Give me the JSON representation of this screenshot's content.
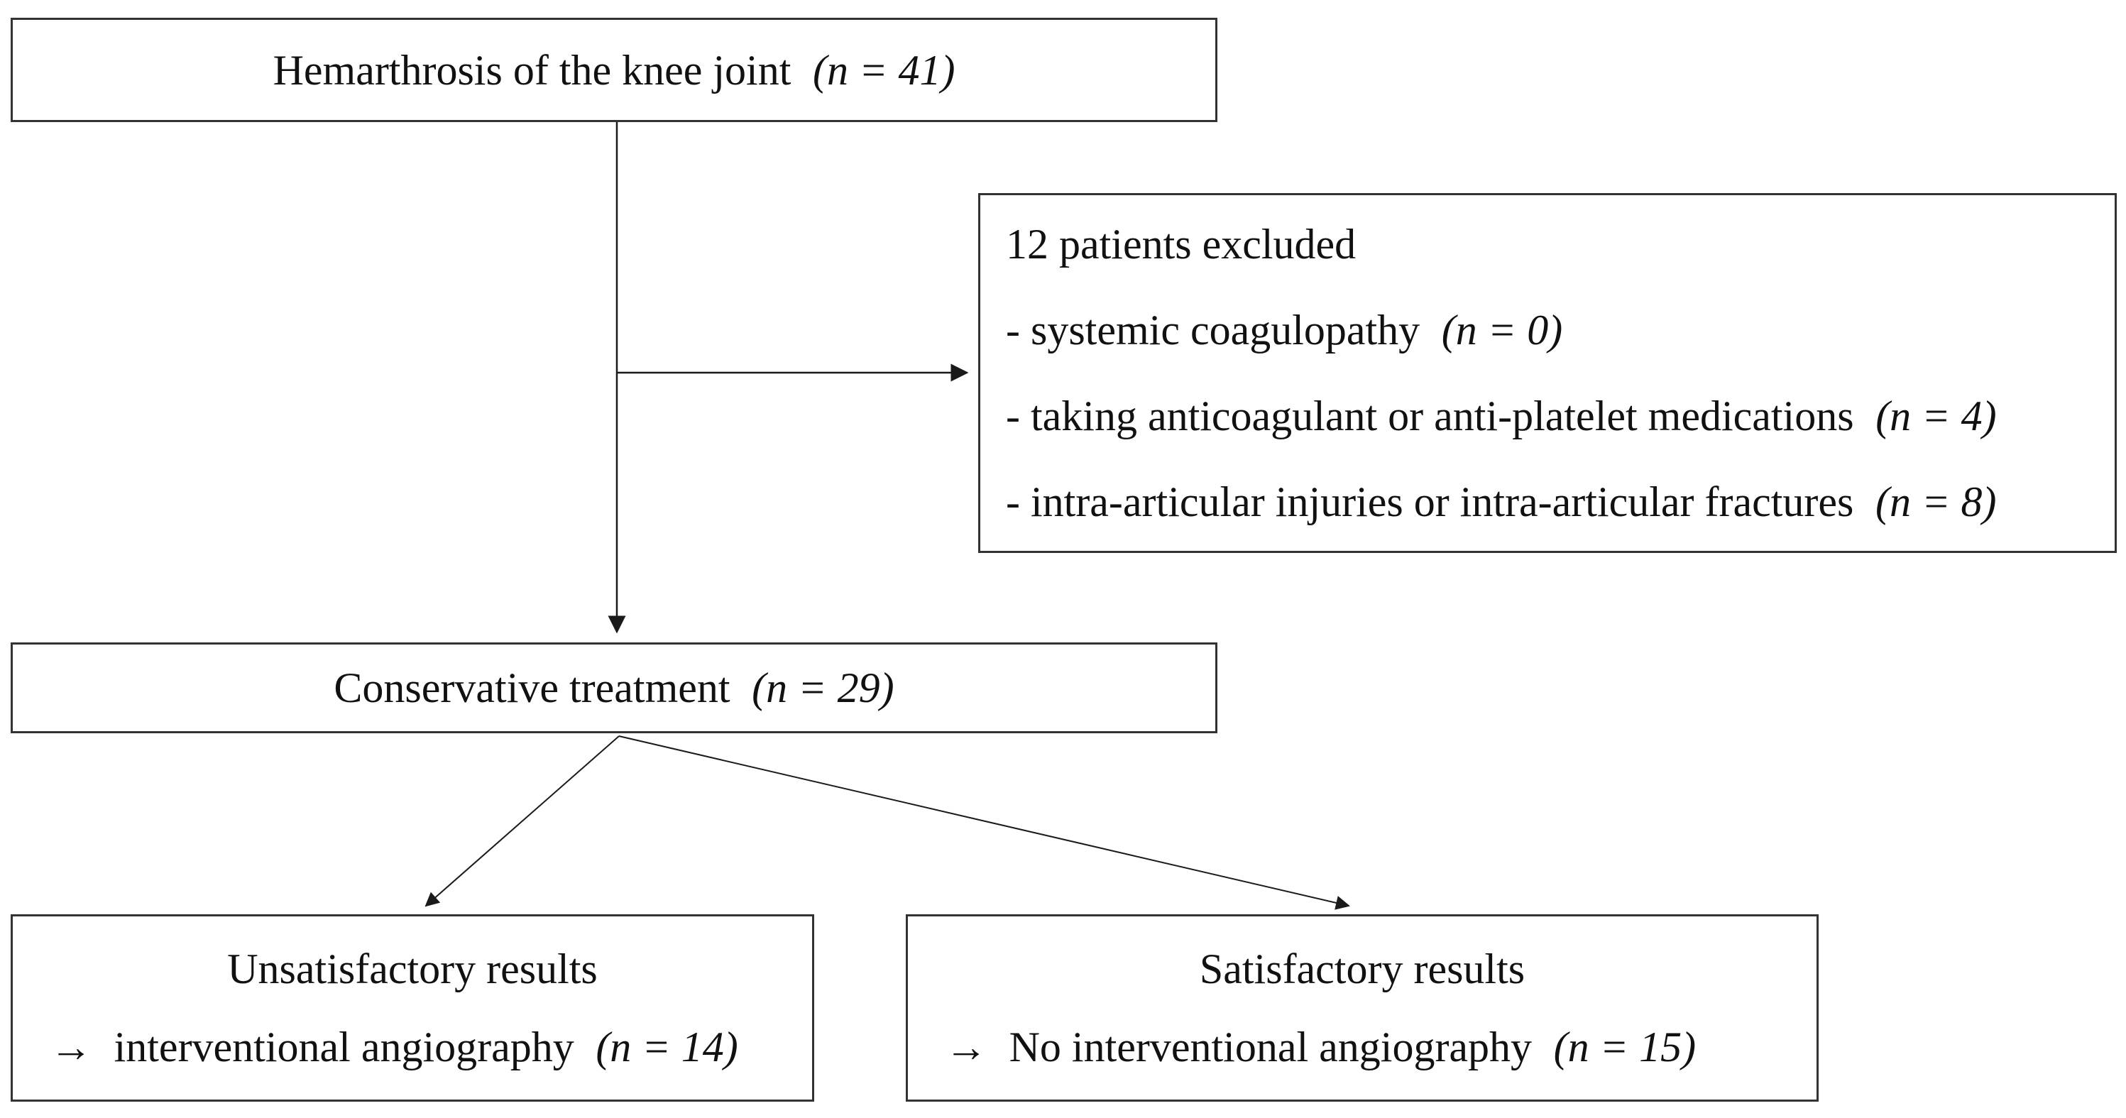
{
  "figure": {
    "title": "Hemarthrosis of the knee joint patient flow diagram",
    "colors": {
      "background": "#ffffff",
      "text": "#111111",
      "box_border": "#333333",
      "connector_line": "#1a1a1a"
    }
  },
  "nodes": {
    "hemarthrosis": {
      "label": "Hemarthrosis of the knee joint",
      "n": "(n = 41)"
    },
    "excluded": {
      "heading": "12 patients excluded",
      "items": [
        {
          "label": "- systemic coagulopathy",
          "n": "(n = 0)"
        },
        {
          "label": "- taking anticoagulant or anti-platelet medications",
          "n": "(n = 4)"
        },
        {
          "label": "- intra-articular injuries or intra-articular fractures",
          "n": "(n = 8)"
        }
      ]
    },
    "conservative": {
      "label": "Conservative treatment",
      "n": "(n = 29)"
    },
    "unsatisfactory": {
      "title": "Unsatisfactory results",
      "arrow": "→",
      "label": "interventional angiography",
      "n": "(n = 14)"
    },
    "satisfactory": {
      "title": "Satisfactory results",
      "arrow": "→",
      "label": "No interventional angiography",
      "n": "(n = 15)"
    }
  }
}
